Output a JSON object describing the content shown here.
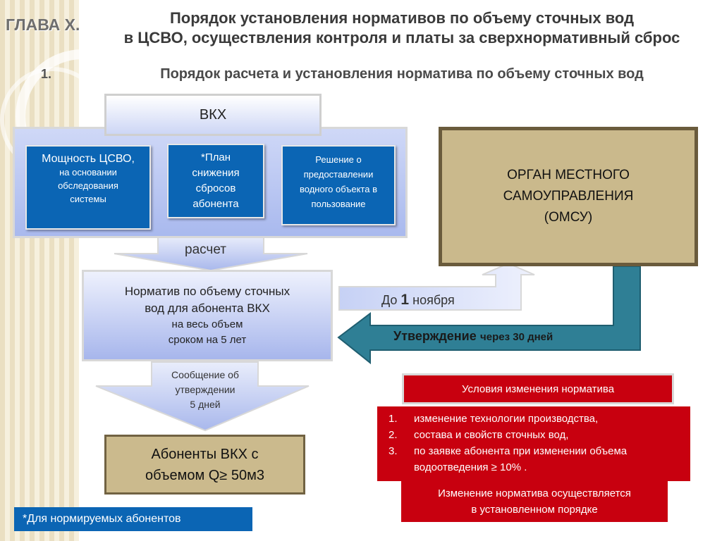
{
  "header": {
    "chapter": "ГЛАВА Х.",
    "step": "1.",
    "title_line1": "Порядок установления нормативов по объему сточных вод",
    "title_line2": "в ЦСВО, осуществления контроля и платы за сверхнормативный сброс",
    "subtitle": "Порядок расчета и установления норматива по объему сточных вод"
  },
  "vkx": {
    "label": "ВКХ",
    "card1": {
      "main": "Мощность ЦСВО,",
      "sub1": "на основании",
      "sub2": "обследования",
      "sub3": "системы"
    },
    "card2": {
      "l1": "*План",
      "l2": "снижения",
      "l3": "сбросов",
      "l4": "абонента"
    },
    "card3": {
      "l1": "Решение о",
      "l2": "предоставлении",
      "l3": "водного объекта в",
      "l4": "пользование"
    }
  },
  "arrows": {
    "calc": "расчет",
    "deadline_prefix": "До",
    "deadline_num": "1",
    "deadline_suffix": "ноября",
    "approval_main": "Утверждение",
    "approval_sub": "через 30 дней",
    "message_l1": "Сообщение об",
    "message_l2": "утверждении",
    "message_l3": "5 дней"
  },
  "norm": {
    "l1": "Норматив по объему сточных",
    "l2": "вод для абонента ВКХ",
    "l3": "на весь объем",
    "l4": "сроком на  5 лет"
  },
  "abonents": {
    "l1": "Абоненты ВКХ с",
    "l2": "объемом Q≥ 50м3"
  },
  "omsu": {
    "l1": "ОРГАН МЕСТНОГО",
    "l2": "САМОУПРАВЛЕНИЯ",
    "l3": "(ОМСУ)"
  },
  "footnote": "*Для нормируемых абонентов",
  "conditions": {
    "title": "Условия изменения норматива",
    "items": [
      {
        "num": "1.",
        "text": "изменение технологии производства,"
      },
      {
        "num": "2.",
        "text": "состава и свойств сточных вод,"
      },
      {
        "num": "3.",
        "text": "по заявке абонента при изменении объема"
      },
      {
        "num": "",
        "text": "водоотведения ≥ 10% ."
      }
    ],
    "note_l1": "Изменение норматива осуществляется",
    "note_l2": "в установленном порядке"
  },
  "colors": {
    "blue": "#0b65b4",
    "red": "#c8000f",
    "khaki": "#cab98c",
    "teal": "#2f7f95"
  }
}
